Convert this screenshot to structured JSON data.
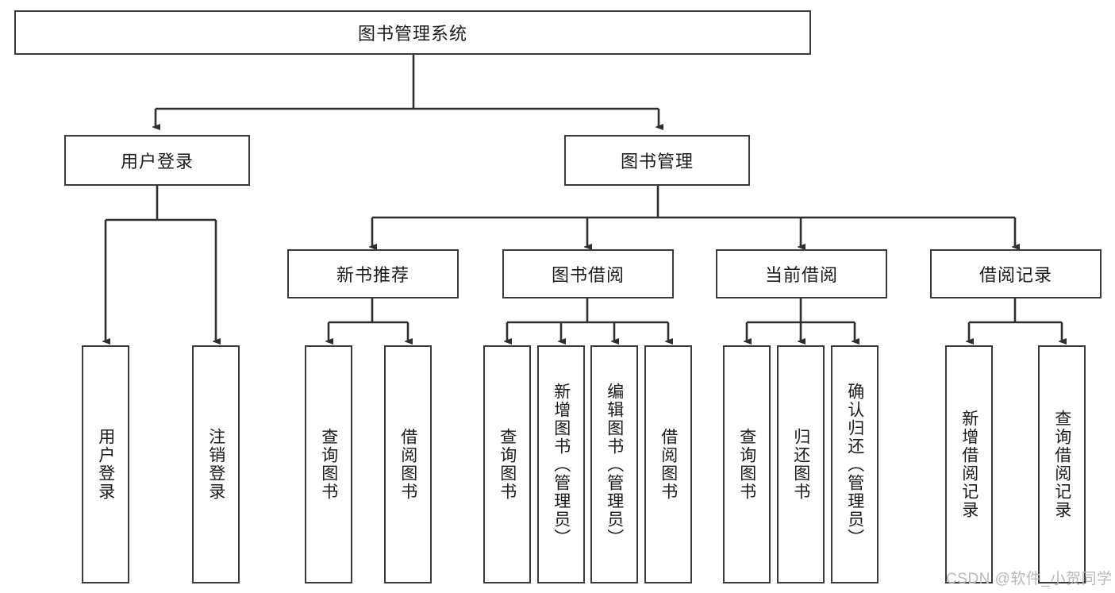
{
  "diagram": {
    "type": "tree-hierarchy",
    "title": "图书管理系统",
    "root": {
      "label": "图书管理系统"
    },
    "level2": [
      {
        "label": "用户登录"
      },
      {
        "label": "图书管理"
      }
    ],
    "level3": [
      {
        "label": "新书推荐"
      },
      {
        "label": "图书借阅"
      },
      {
        "label": "当前借阅"
      },
      {
        "label": "借阅记录"
      }
    ],
    "leaves": {
      "user_login": [
        {
          "label": "用户登录"
        },
        {
          "label": "注销登录"
        }
      ],
      "new_book_recommend": [
        {
          "label": "查询图书"
        },
        {
          "label": "借阅图书"
        }
      ],
      "book_borrow": [
        {
          "label": "查询图书"
        },
        {
          "label": "新增图书（管理员）"
        },
        {
          "label": "编辑图书（管理员）"
        },
        {
          "label": "借阅图书"
        }
      ],
      "current_borrow": [
        {
          "label": "查询图书"
        },
        {
          "label": "归还图书"
        },
        {
          "label": "确认归还（管理员）"
        }
      ],
      "borrow_record": [
        {
          "label": "新增借阅记录"
        },
        {
          "label": "查询借阅记录"
        }
      ]
    },
    "watermark": "CSDN @软件_小贺同学",
    "colors": {
      "border": "#3a3a3a",
      "background": "#ffffff",
      "text": "#1a1a1a",
      "watermark": "#b9b9b9"
    }
  }
}
